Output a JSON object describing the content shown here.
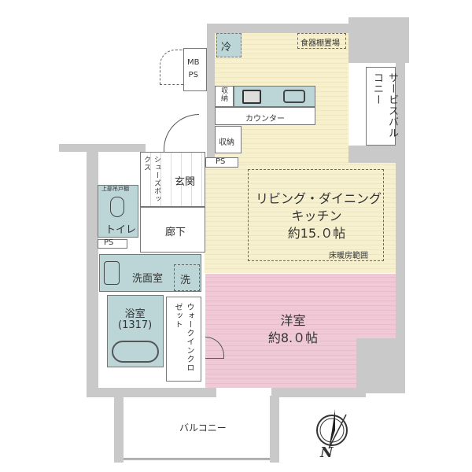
{
  "rooms": {
    "ldk": {
      "name_line1": "リビング・ダイニング",
      "name_line2": "キッチン",
      "area": "約15.０帖",
      "floor_heating": "床暖房範囲"
    },
    "bedroom": {
      "name": "洋室",
      "area": "約8.０帖"
    },
    "entrance": "玄関",
    "hallway": "廊下",
    "toilet": "トイレ",
    "toilet_cabinet": "上部吊戸棚",
    "washroom": "洗面室",
    "washer": "洗",
    "bathroom": "浴室",
    "bathroom_size": "(1317)",
    "walk_in_closet": "ウォークインクロゼット",
    "shoe_box": "シューズボックス",
    "balcony": "バルコニー",
    "service_balcony": "サービスバルコニー",
    "counter": "カウンター",
    "storage": "収納",
    "fridge": "冷",
    "cupboard": "食器棚置場",
    "mb_ps_line1": "MB",
    "mb_ps_line2": "PS",
    "ps": "PS"
  },
  "compass": {
    "label": "N"
  },
  "colors": {
    "ldk": "#f6f0cf",
    "bedroom": "#f0c9d7",
    "wet_area": "#bcd6d7",
    "wall": "#c9c9c9"
  }
}
